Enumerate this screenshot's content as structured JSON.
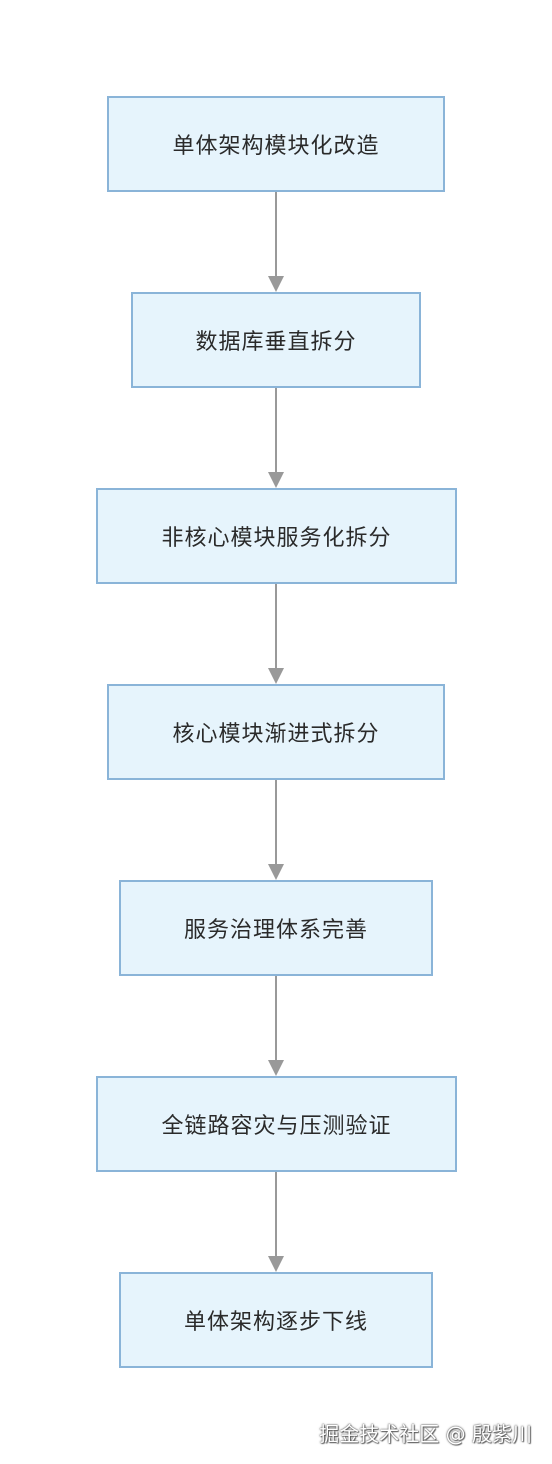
{
  "diagram": {
    "nodes": [
      {
        "id": "n1",
        "label": "单体架构模块化改造"
      },
      {
        "id": "n2",
        "label": "数据库垂直拆分"
      },
      {
        "id": "n3",
        "label": "非核心模块服务化拆分"
      },
      {
        "id": "n4",
        "label": "核心模块渐进式拆分"
      },
      {
        "id": "n5",
        "label": "服务治理体系完善"
      },
      {
        "id": "n6",
        "label": "全链路容灾与压测验证"
      },
      {
        "id": "n7",
        "label": "单体架构逐步下线"
      }
    ],
    "edges": [
      {
        "from": "n1",
        "to": "n2"
      },
      {
        "from": "n2",
        "to": "n3"
      },
      {
        "from": "n3",
        "to": "n4"
      },
      {
        "from": "n4",
        "to": "n5"
      },
      {
        "from": "n5",
        "to": "n6"
      },
      {
        "from": "n6",
        "to": "n7"
      }
    ],
    "colors": {
      "node_fill": "#e6f4fc",
      "node_border": "#8ab4d8",
      "edge": "#999999",
      "text": "#2a2a2a"
    }
  },
  "watermark": {
    "text": "掘金技术社区 @ 殷紫川"
  }
}
